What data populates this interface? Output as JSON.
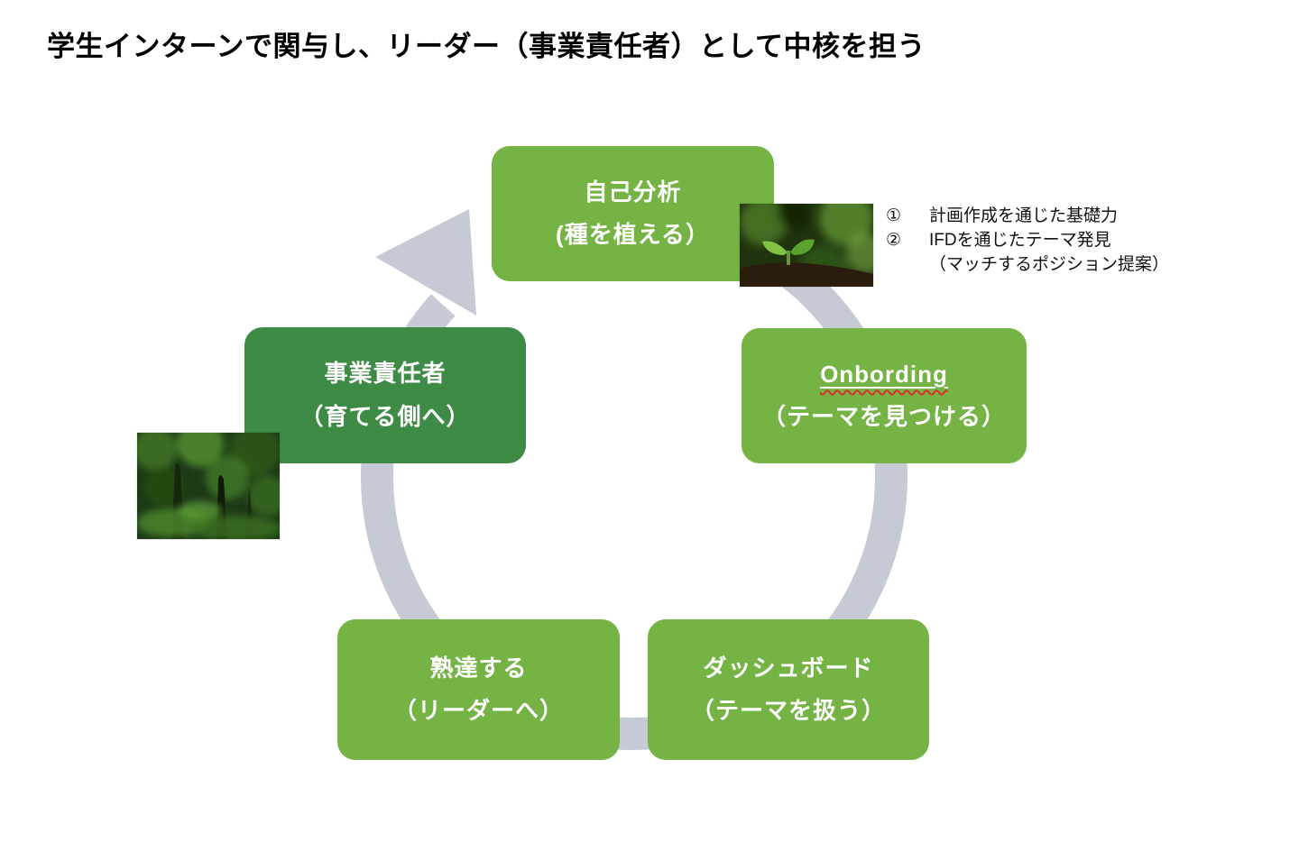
{
  "title": "学生インターンで関与し、リーダー（事業責任者）として中核を担う",
  "cycle": {
    "direction": "clockwise",
    "boxes": [
      {
        "id": "self-analysis",
        "line1": "自己分析",
        "line2": "(種を植える）",
        "color": "#74b344"
      },
      {
        "id": "onboarding",
        "line1": "Onbording",
        "line2": "（テーマを見つける）",
        "color": "#74b344",
        "spellcheck_underline": true
      },
      {
        "id": "dashboard",
        "line1": "ダッシュボード",
        "line2": "（テーマを扱う）",
        "color": "#74b344"
      },
      {
        "id": "mastery",
        "line1": "熟達する",
        "line2": "（リーダーへ）",
        "color": "#74b344"
      },
      {
        "id": "business-owner",
        "line1": "事業責任者",
        "line2": "（育てる側へ）",
        "color": "#3d8b45"
      }
    ]
  },
  "annotations": {
    "items": [
      {
        "marker": "①",
        "text": "計画作成を通じた基礎力"
      },
      {
        "marker": "②",
        "text": "IFDを通じたテーマ発見"
      },
      {
        "marker": "",
        "text": "（マッチするポジション提案）"
      }
    ]
  },
  "images": [
    {
      "name": "seedling-photo",
      "description": "若い芽（種を植えるイメージ写真）"
    },
    {
      "name": "forest-photo",
      "description": "深い森（育てる側のイメージ写真）"
    }
  ],
  "colors": {
    "box_green": "#74b344",
    "box_green_dark": "#3d8b45",
    "ring_gray": "#c6cad5",
    "spellcheck_red": "#d93025",
    "title_ink": "#000000"
  }
}
